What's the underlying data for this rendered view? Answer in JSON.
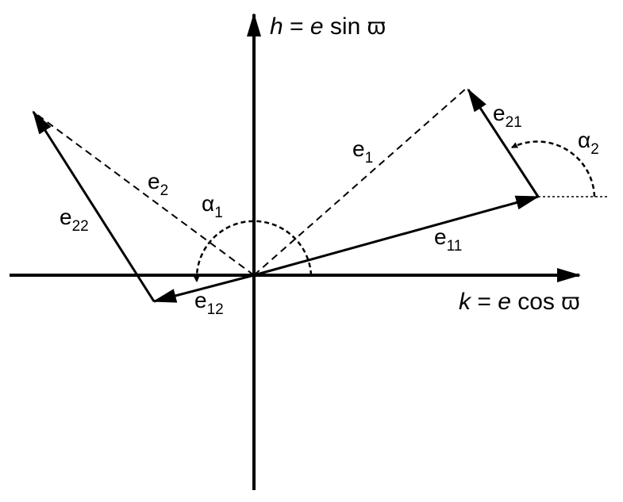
{
  "axes": {
    "vertical": {
      "var": "h",
      "rhs_pre": " = ",
      "e": "e",
      "func": " sin ",
      "symbol": "ϖ"
    },
    "horizontal": {
      "var": "k",
      "rhs_pre": " = ",
      "e": "e",
      "func": " cos ",
      "symbol": "ϖ"
    }
  },
  "vectors": {
    "e1": {
      "base": "e",
      "sub": "1"
    },
    "e2": {
      "base": "e",
      "sub": "2"
    },
    "e11": {
      "base": "e",
      "sub": "11"
    },
    "e12": {
      "base": "e",
      "sub": "12"
    },
    "e21": {
      "base": "e",
      "sub": "21"
    },
    "e22": {
      "base": "e",
      "sub": "22"
    }
  },
  "angles": {
    "alpha1": {
      "base": "α",
      "sub": "1"
    },
    "alpha2": {
      "base": "α",
      "sub": "2"
    }
  }
}
